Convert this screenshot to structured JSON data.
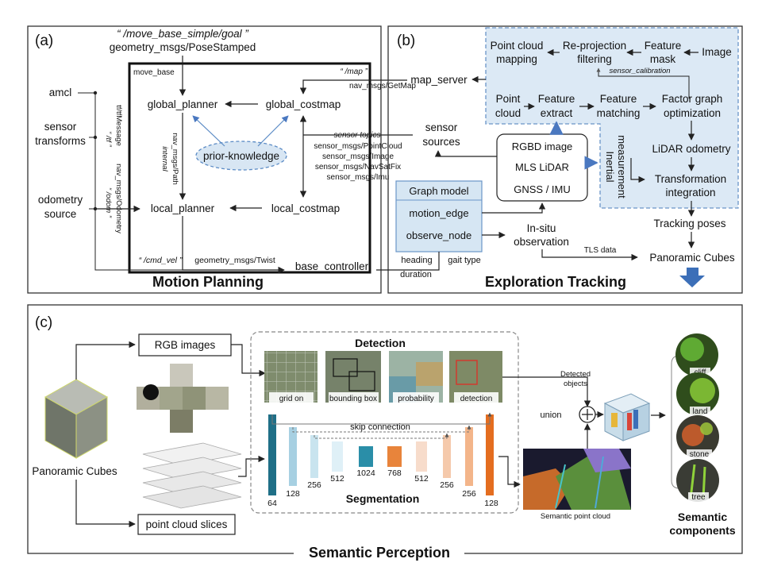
{
  "panel_a": {
    "label": "(a)",
    "goal_topic": "“ /move_base_simple/goal ”",
    "goal_msg": "geometry_msgs/PoseStamped",
    "move_base": "move_base",
    "global_planner": "global_planner",
    "global_costmap": "global_costmap",
    "local_planner": "local_planner",
    "local_costmap": "local_costmap",
    "prior_knowledge": "prior-knowledge",
    "internal": "internal",
    "nav_path": "nav_msgs/Path",
    "map_topic": "“ /map ”",
    "getmap": "nav_msgs/GetMap",
    "map_server": "map_server",
    "sensor_topics": "sensor topics",
    "sensor_msgs": [
      "sensor_msgs/PointCloud",
      "sensor_msgs/Image",
      "sensor_msgs/NavSatFix",
      "sensor_msgs/Imu"
    ],
    "amcl": "amcl",
    "sensor_transforms_1": "sensor",
    "sensor_transforms_2": "transforms",
    "odometry_1": "odometry",
    "odometry_2": "source",
    "tf_topic": "“ /tf ”",
    "tf_msg": "tf/tfMessage",
    "odom_topic": "“ /odom ”",
    "odom_msg": "nav_msgs/Odometry",
    "cmd_vel": "“ /cmd_vel ”",
    "twist": "geometry_msgs/Twist",
    "base_controller": "base_controller",
    "title": "Motion Planning"
  },
  "panel_b": {
    "label": "(b)",
    "pc_mapping_1": "Point cloud",
    "pc_mapping_2": "mapping",
    "reproj_1": "Re-projection",
    "reproj_2": "filtering",
    "feature_mask_1": "Feature",
    "feature_mask_2": "mask",
    "image": "Image",
    "sensor_calibration": "sensor_calibration",
    "point_cloud_1": "Point",
    "point_cloud_2": "cloud",
    "feature_extract_1": "Feature",
    "feature_extract_2": "extract",
    "feature_matching_1": "Feature",
    "feature_matching_2": "matching",
    "factor_graph_1": "Factor graph",
    "factor_graph_2": "optimization",
    "sensor_sources_1": "sensor",
    "sensor_sources_2": "sources",
    "rgbd": "RGBD image",
    "mls": "MLS LiDAR",
    "gnss": "GNSS / IMU",
    "inertial_1": "Inertial",
    "inertial_2": "measurement",
    "lidar_odometry": "LiDAR odometry",
    "transformation_1": "Transformation",
    "transformation_2": "integration",
    "graph_model": "Graph model",
    "motion_edge": "motion_edge",
    "observe_node": "observe_node",
    "insitu_1": "In-situ",
    "insitu_2": "observation",
    "tracking_poses": "Tracking poses",
    "tls_data": "TLS data",
    "panoramic_cubes": "Panoramic Cubes",
    "heading": "heading",
    "duration": "duration",
    "gait_type": "gait type",
    "title": "Exploration Tracking"
  },
  "panel_c": {
    "label": "(c)",
    "rgb_images": "RGB images",
    "panoramic_cubes": "Panoramic Cubes",
    "point_cloud_slices": "point cloud slices",
    "detection": "Detection",
    "det_thumbs": [
      "grid on",
      "bounding box",
      "probability",
      "detection"
    ],
    "skip_connection": "skip connection",
    "unet_numbers": [
      "64",
      "128",
      "256",
      "512",
      "1024",
      "768",
      "512",
      "256",
      "256",
      "128"
    ],
    "segmentation": "Segmentation",
    "detected_objects_1": "Detected",
    "detected_objects_2": "objects",
    "union": "union",
    "semantic_point_cloud": "Semantic point cloud",
    "components": [
      "cliff",
      "land",
      "stone",
      "tree"
    ],
    "semantic_components_1": "Semantic",
    "semantic_components_2": "components",
    "title": "Semantic Perception"
  },
  "colors": {
    "tracking_bg": "#dce9f5",
    "graph_bg": "#d6e6f3",
    "arrow_blue": "#3c6fb8",
    "unet": [
      "#1f6f87",
      "#a7d0e2",
      "#c9e4ef",
      "#dff0f7",
      "#2a8ea8",
      "#e8843b",
      "#f7dccb",
      "#f5c9ab",
      "#f3b58a",
      "#e46d1f"
    ]
  }
}
